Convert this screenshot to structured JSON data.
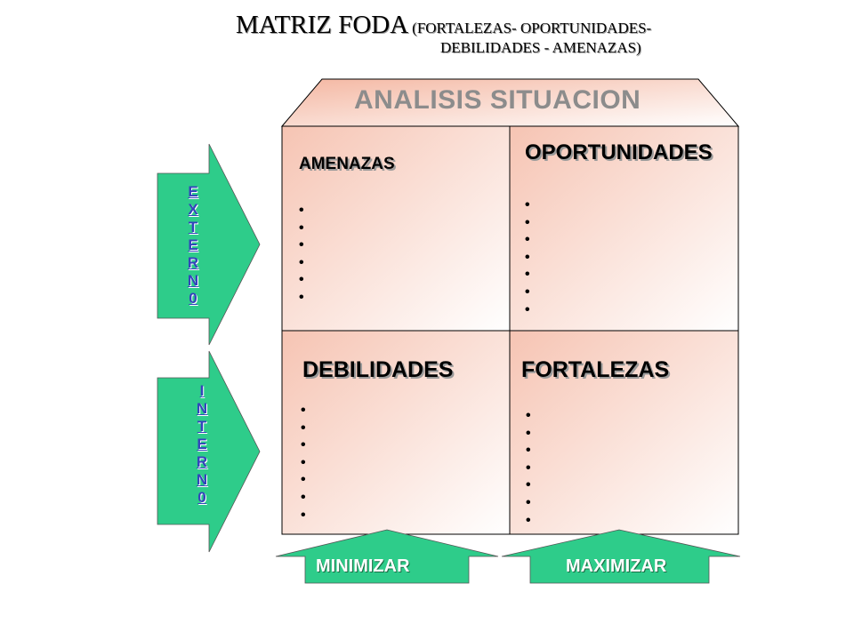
{
  "title": {
    "main": "MATRIZ FODA",
    "sub_line1": "(FORTALEZAS- OPORTUNIDADES-",
    "sub_line2": "DEBILIDADES - AMENAZAS)"
  },
  "header_label": "ANALISIS SITUACION",
  "quadrants": {
    "amenazas": "AMENAZAS",
    "oportunidades": "OPORTUNIDADES",
    "debilidades": "DEBILIDADES",
    "fortalezas": "FORTALEZAS"
  },
  "side_arrows": {
    "externo_letters": [
      "E",
      "X",
      "T",
      "E",
      "R",
      "N",
      "0"
    ],
    "interno_letters": [
      "I",
      "N",
      "T",
      "E",
      "R",
      "N",
      "0"
    ]
  },
  "bottom_arrows": {
    "minimizar": "MINIMIZAR",
    "maximizar": "MAXIMIZAR"
  },
  "bullet_glyph": "•",
  "bullet_counts": {
    "amenazas": 6,
    "oportunidades": 7,
    "debilidades": 7,
    "fortalezas": 7
  },
  "colors": {
    "arrow_green": "#2ecc8a",
    "quadrant_fill_start": "#f7c9bb",
    "quadrant_fill_end": "#ffffff"
  }
}
